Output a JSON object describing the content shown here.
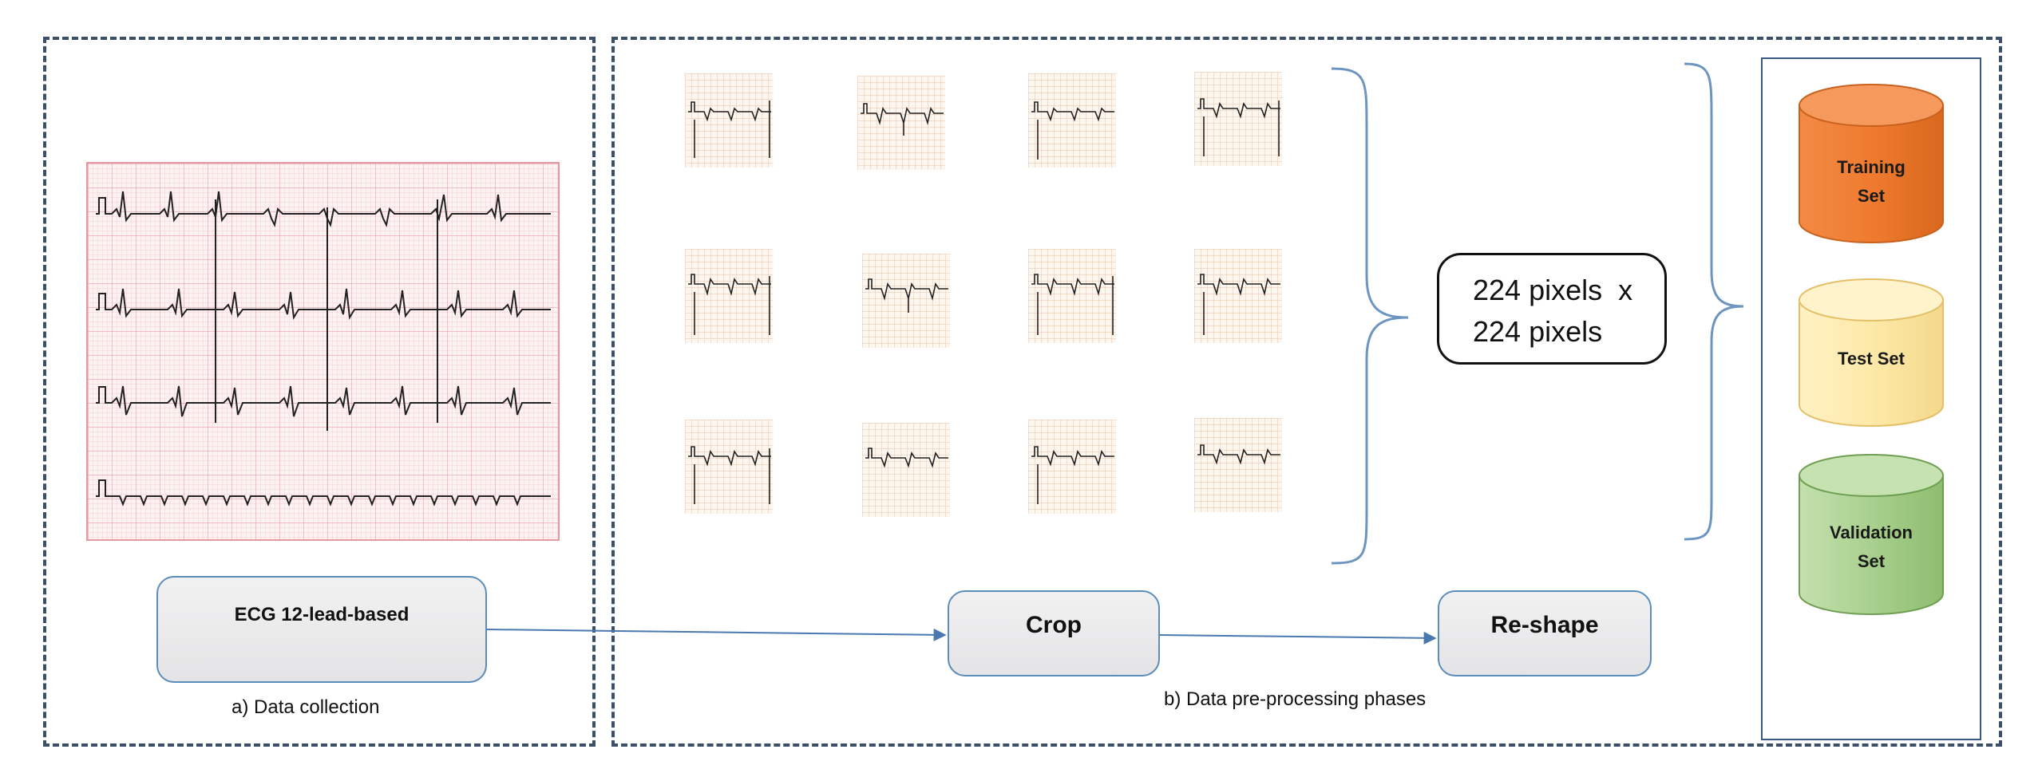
{
  "panels": {
    "collection_caption": "a) Data collection",
    "preprocessing_caption": "b) Data  pre-processing phases"
  },
  "steps": {
    "ecg": "ECG 12-lead-based",
    "crop": "Crop",
    "reshape": "Re-shape"
  },
  "image_size": {
    "line1": "224 pixels  x",
    "line2": "224 pixels"
  },
  "datasets": [
    {
      "line1": "Training",
      "line2": "Set",
      "color": "#ef7d33"
    },
    {
      "line1": "Test Set",
      "line2": "",
      "color": "#fde9a8"
    },
    {
      "line1": "Validation",
      "line2": "Set",
      "color": "#a9d08e"
    }
  ],
  "colors": {
    "panel_border": "#3c4f68",
    "arrow": "#4a78b0",
    "brace": "#6d95c2"
  }
}
